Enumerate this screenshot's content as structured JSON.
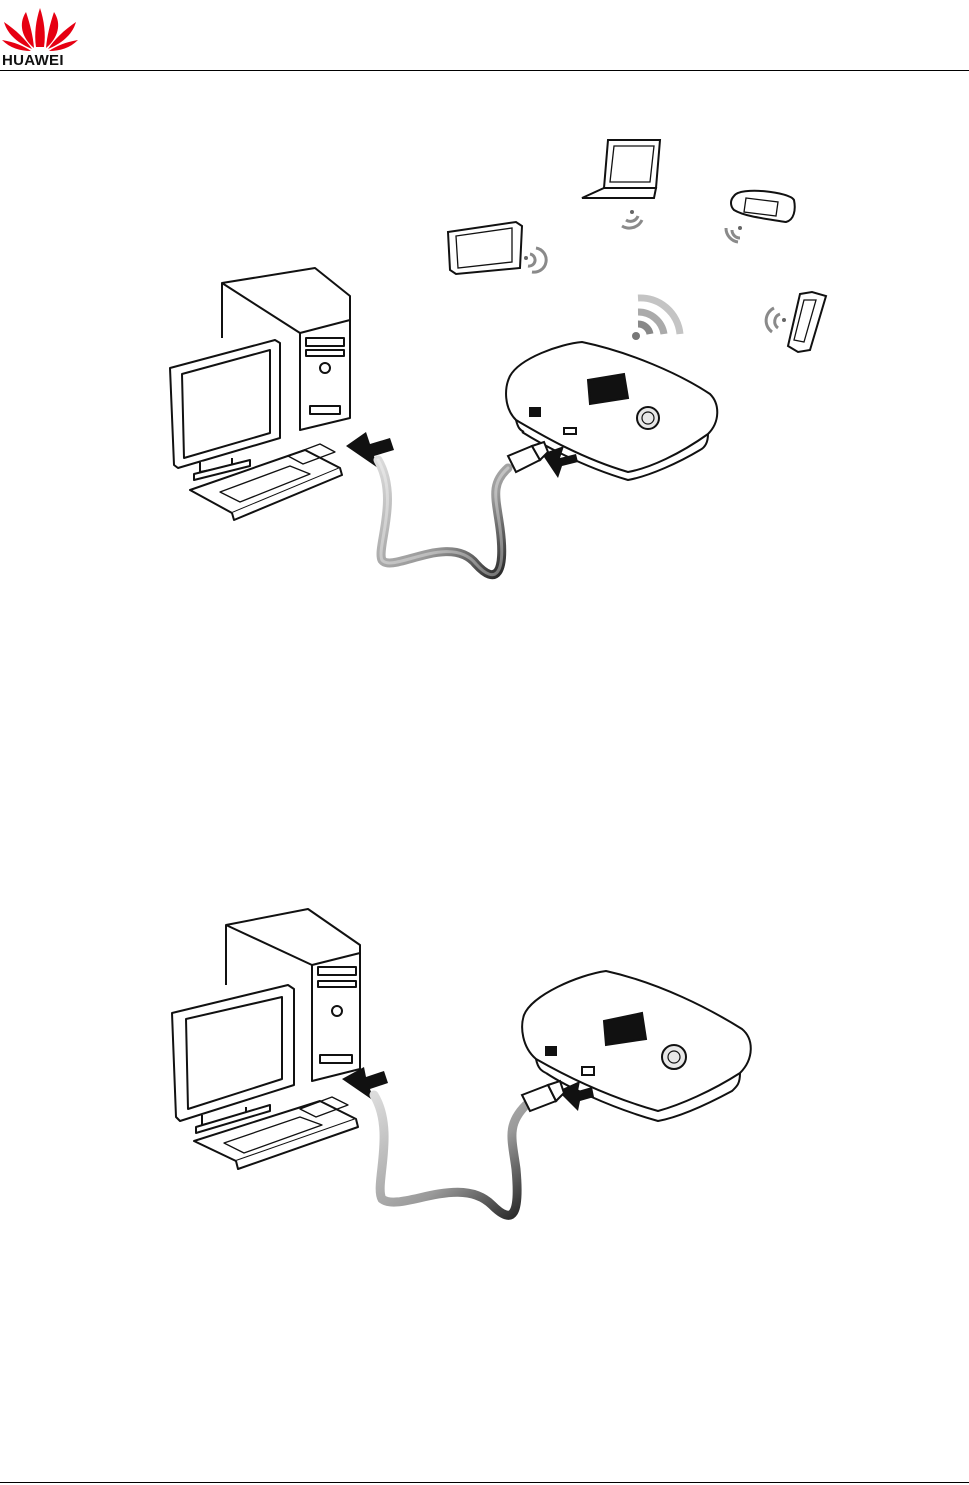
{
  "header": {
    "brand": "HUAWEI",
    "logo_icon": "huawei-flower-logo-icon"
  },
  "figures": [
    {
      "name": "usb-and-wifi-connection",
      "icons": [
        "desktop-computer-icon",
        "tablet-icon",
        "laptop-icon",
        "handheld-console-icon",
        "smartphone-icon",
        "mobile-wifi-router-icon",
        "usb-cable-icon",
        "wifi-signal-icon"
      ]
    },
    {
      "name": "usb-connection",
      "icons": [
        "desktop-computer-icon",
        "mobile-wifi-router-icon",
        "usb-cable-icon"
      ]
    }
  ],
  "colors": {
    "brand_red": "#e60012",
    "line": "#111111",
    "wifi_gray": "#8a8a8a"
  }
}
